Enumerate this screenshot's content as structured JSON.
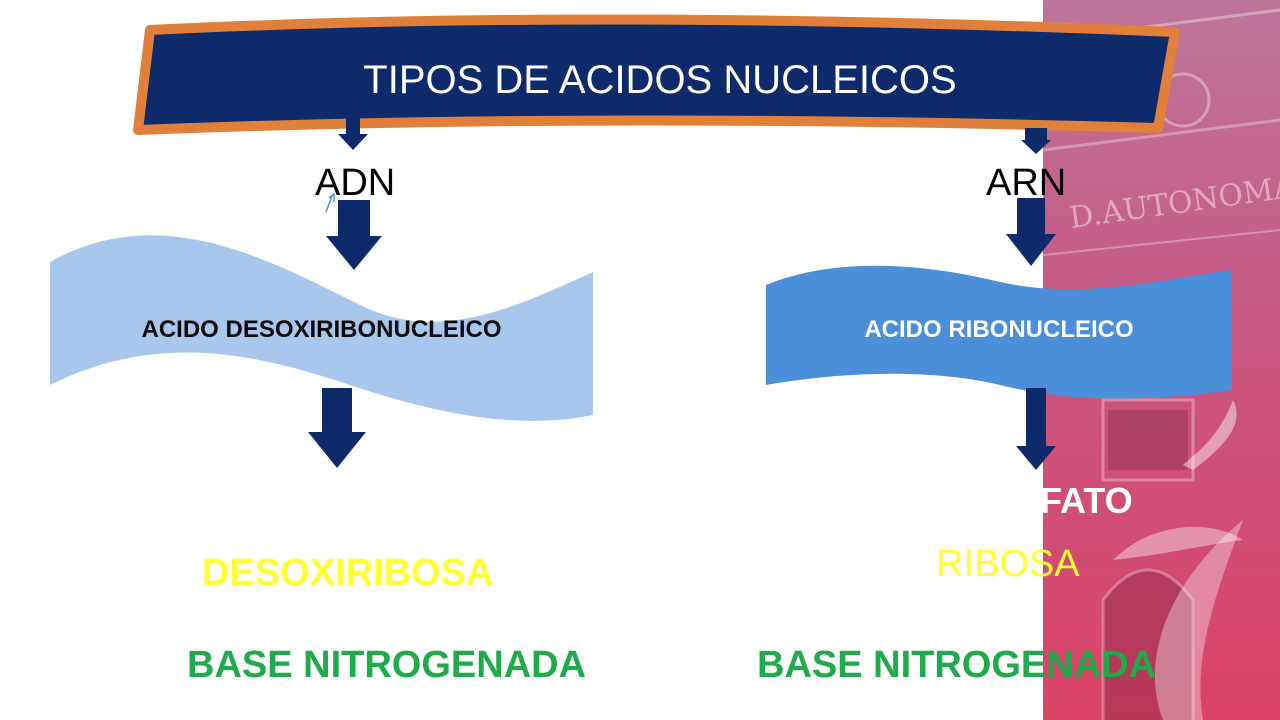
{
  "title": "TIPOS DE ACIDOS NUCLEICOS",
  "left": {
    "node": "ADN",
    "banner": "ACIDO DESOXIRIBONUCLEICO",
    "sugar": "DESOXIRIBOSA",
    "base": "BASE NITROGENADA"
  },
  "right": {
    "node": "ARN",
    "banner": "ACIDO RIBONUCLEICO",
    "phosphate_partial": "FATO",
    "sugar": "RIBOSA",
    "base": "BASE NITROGENADA"
  },
  "background_building_text": "D.AUTONOMA",
  "colors": {
    "title_banner": "#0d2a6b",
    "title_border": "#e0803a",
    "arrow": "#0d2a6b",
    "left_banner": "#a7c7ec",
    "right_banner": "#4a8fd8",
    "sugar_text": "#ffff33",
    "base_text": "#1faa4b"
  }
}
